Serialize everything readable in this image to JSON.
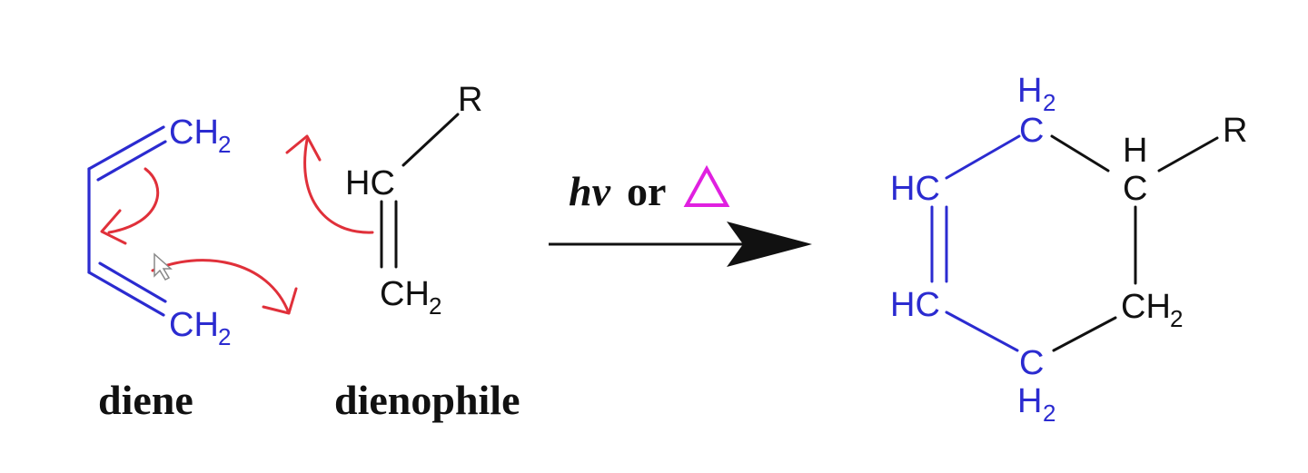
{
  "colors": {
    "diene": "#2b2bd0",
    "dienophile": "#111111",
    "curved_arrows": "#e0303a",
    "delta": "#e020e0",
    "text": "#111111"
  },
  "labels": {
    "diene_top_ch": "CH",
    "diene_top_sub": "2",
    "diene_bottom_ch": "CH",
    "diene_bottom_sub": "2",
    "dienophile_r": "R",
    "dienophile_hc": "HC",
    "dienophile_ch": "CH",
    "dienophile_sub": "2",
    "product_top_h": "H",
    "product_top_sub": "2",
    "product_top_c": "C",
    "product_hc_upper": "HC",
    "product_hc_lower": "HC",
    "product_bottom_c": "C",
    "product_bottom_h": "H",
    "product_bottom_sub": "2",
    "product_ch_h": "H",
    "product_ch_c": "C",
    "product_r": "R",
    "product_ch2_ch": "CH",
    "product_ch2_sub": "2"
  },
  "captions": {
    "diene": "diene",
    "dienophile": "dienophile"
  },
  "condition": {
    "hv": "hv",
    "or": "or",
    "delta_icon": "delta-triangle"
  }
}
